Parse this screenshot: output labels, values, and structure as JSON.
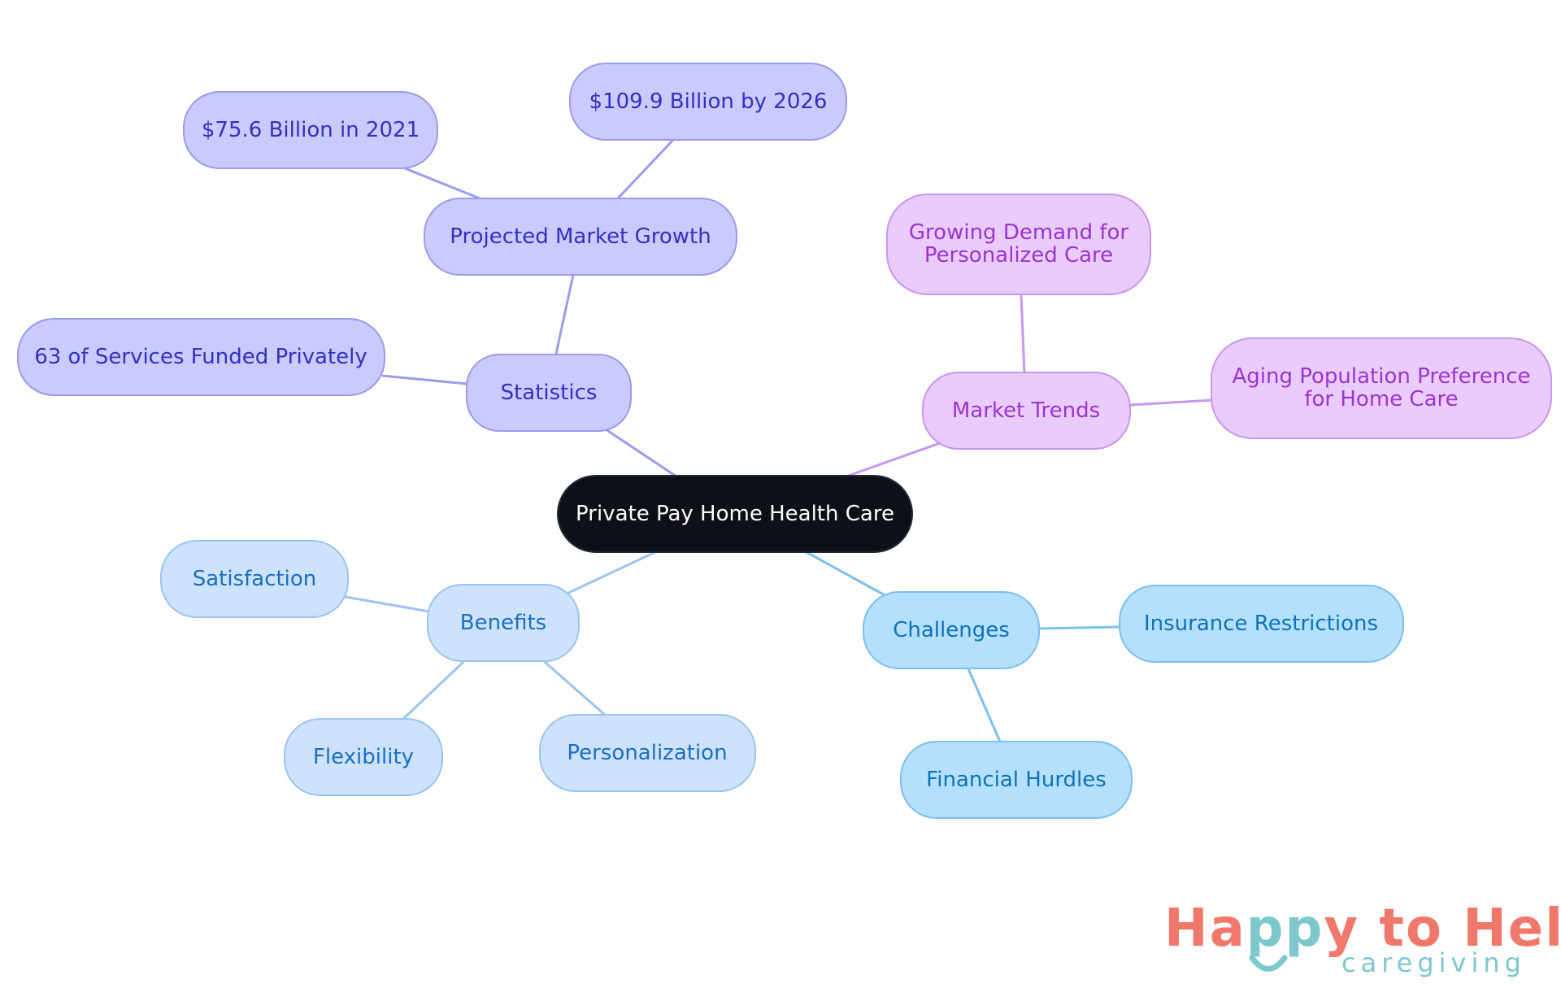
{
  "center": {
    "label": "Private Pay Home Health Care"
  },
  "branches": {
    "statistics": {
      "label": "Statistics",
      "projected_growth": {
        "label": "Projected Market Growth"
      },
      "value_2021": {
        "label": "$75.6 Billion in 2021"
      },
      "value_2026": {
        "label": "$109.9 Billion by 2026"
      },
      "funded_privately": {
        "label": "63 of Services Funded Privately"
      }
    },
    "market_trends": {
      "label": "Market Trends",
      "growing_demand": {
        "line1": "Growing Demand for",
        "line2": "Personalized Care"
      },
      "aging_population": {
        "line1": "Aging Population Preference",
        "line2": "for Home Care"
      }
    },
    "benefits": {
      "label": "Benefits",
      "satisfaction": {
        "label": "Satisfaction"
      },
      "flexibility": {
        "label": "Flexibility"
      },
      "personalization": {
        "label": "Personalization"
      }
    },
    "challenges": {
      "label": "Challenges",
      "insurance": {
        "label": "Insurance Restrictions"
      },
      "financial": {
        "label": "Financial Hurdles"
      }
    }
  },
  "colors": {
    "center_fill": "#0d1117",
    "center_text": "#ffffff",
    "statistics_fill": "#cacafd",
    "statistics_stroke": "#9b9bee",
    "statistics_text": "#3131c2",
    "trends_fill": "#e9cbfc",
    "trends_stroke": "#c896ee",
    "trends_text": "#9b34d2",
    "benefits_fill": "#cde2fb",
    "benefits_stroke": "#9cc4ee",
    "benefits_text": "#1a6fc0",
    "challenges_fill": "#b5e0fd",
    "challenges_stroke": "#7cc0ec",
    "challenges_text": "#0c73b8"
  },
  "logo": {
    "part1": "Ha",
    "part2": "pp",
    "part3": "y to Help",
    "tagline": "caregiving"
  }
}
